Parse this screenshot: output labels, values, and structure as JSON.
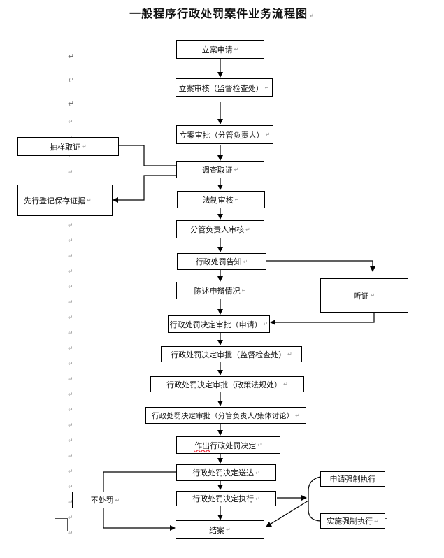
{
  "title": "一般程序行政处罚案件业务流程图",
  "marks": {
    "para": "↵"
  },
  "nodes": {
    "apply": "立案申请",
    "review": "立案审核（监督检查处）",
    "approve": "立案审批（分管负责人）",
    "sampling": "抽样取证",
    "investigate": "调查取证",
    "preserve": "先行登记保存证据",
    "legal_review": "法制审核",
    "leader_review": "分管负责人审核",
    "notice": "行政处罚告知",
    "hearing": "听证",
    "defense": "陈述申辩情况",
    "decision_apply": "行政处罚决定审批（申请）",
    "decision_supervise": "行政处罚决定审批（监督检查处）",
    "decision_policy": "行政处罚决定审批（政策法规处）",
    "decision_leader": "行政处罚决定审批（分管负责人/集体讨论）",
    "make_decision_a": "作出",
    "make_decision_b": "行政处罚决定",
    "deliver": "行政处罚决定送达",
    "no_penalty": "不处罚",
    "execute": "行政处罚决定执行",
    "apply_enforce": "申请强制执行",
    "implement_enforce": "实施强制执行",
    "close": "结案"
  }
}
